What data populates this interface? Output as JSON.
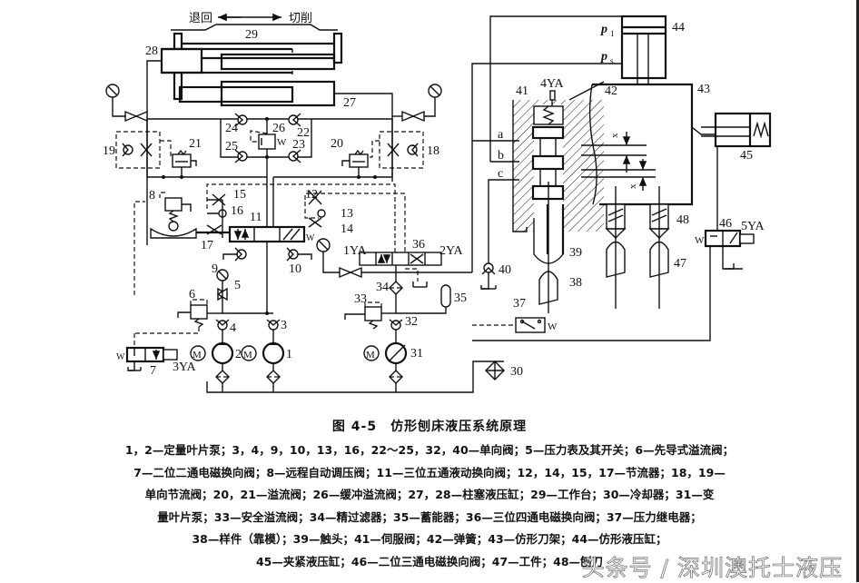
{
  "figure": {
    "title": "图 4-5　仿形刨床液压系统原理",
    "direction_labels": {
      "left": "退回",
      "right": "切削"
    },
    "pressure_labels": {
      "p1": "p",
      "p1_sub": "1",
      "ps": "p",
      "ps_sub": "s"
    },
    "displacement_labels": {
      "x1": "x",
      "x1_sub": "1",
      "x2": "x",
      "x2_sub": "2"
    },
    "port_labels": [
      "a",
      "b",
      "c"
    ],
    "solenoids": [
      "1YA",
      "2YA",
      "3YA",
      "4YA",
      "5YA"
    ],
    "component_numbers": [
      "1",
      "2",
      "3",
      "4",
      "5",
      "6",
      "7",
      "8",
      "9",
      "10",
      "11",
      "12",
      "13",
      "14",
      "15",
      "16",
      "17",
      "18",
      "19",
      "20",
      "21",
      "22",
      "23",
      "24",
      "25",
      "26",
      "27",
      "28",
      "29",
      "30",
      "31",
      "32",
      "33",
      "34",
      "35",
      "36",
      "37",
      "38",
      "39",
      "40",
      "41",
      "42",
      "43",
      "44",
      "45",
      "46",
      "47",
      "48"
    ],
    "spring_mark": "W",
    "motor_mark": "M"
  },
  "legend": [
    "1，2—定量叶片泵；3，4，9，10，13，16，22～25，32，40—单向阀；5—压力表及其开关；6—先导式溢流阀；",
    "7—二位二通电磁换向阀；8—远程自动调压阀；11—三位五通液动换向阀；12，14，15，17—节流器；18，19—",
    "单向节流阀；20，21—溢流阀；26—缓冲溢流阀；27，28—柱塞液压缸；29—工作台；30—冷却器；31—变",
    "量叶片泵；33—安全溢流阀；34—精过滤器；35—蓄能器；36—三位四通电磁换向阀；37—压力继电器；",
    "38—样件（靠模）；39—触头；41—伺服阀；42—弹簧；43—仿形刀架；44—仿形液压缸；",
    "45—夹紧液压缸；46—二位三通电磁换向阀；47—工件；48—刨刀"
  ],
  "watermark": "头条号 / 深圳澳托士液压"
}
